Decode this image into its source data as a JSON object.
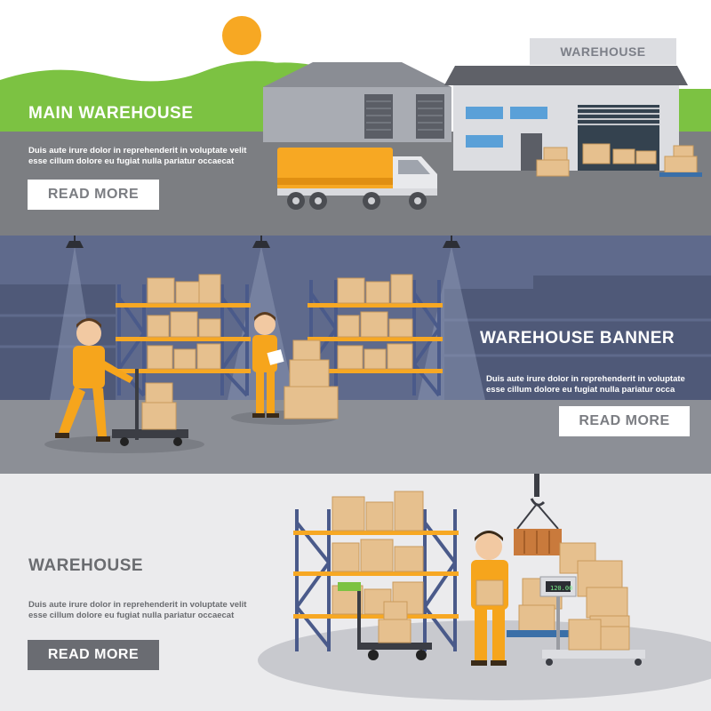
{
  "banners": [
    {
      "title": "MAIN WAREHOUSE",
      "description_lines": [
        "Duis aute irure dolor in reprehenderit in voluptate velit",
        "esse cillum dolore eu fugiat nulla pariatur occaecat"
      ],
      "button_label": "READ MORE",
      "sign_text": "WAREHOUSE"
    },
    {
      "title": "WAREHOUSE BANNER",
      "description_lines": [
        "Duis aute irure dolor in reprehenderit in voluptate",
        "esse cillum dolore eu fugiat nulla pariatur occa"
      ],
      "button_label": "READ MORE"
    },
    {
      "title": "WAREHOUSE",
      "description_lines": [
        "Duis aute irure dolor in reprehenderit in voluptate velit",
        "esse cillum dolore eu fugiat nulla pariatur occaecat"
      ],
      "button_label": "READ MORE",
      "scale_display": "120.00"
    }
  ],
  "colors": {
    "hill_green": "#7cc242",
    "sun_orange": "#f7a823",
    "road_gray": "#7c7e82",
    "night_blue": "#5f6a8c",
    "floor_gray": "#ebebed",
    "box_tan": "#e6c08e",
    "worker_orange": "#f6a51c"
  },
  "icons": [
    "sun-icon",
    "truck-icon",
    "shelf-icon",
    "box-icon",
    "lamp-icon",
    "worker-icon",
    "pallet-jack-icon",
    "scale-icon",
    "crane-hook-icon",
    "cart-icon"
  ]
}
